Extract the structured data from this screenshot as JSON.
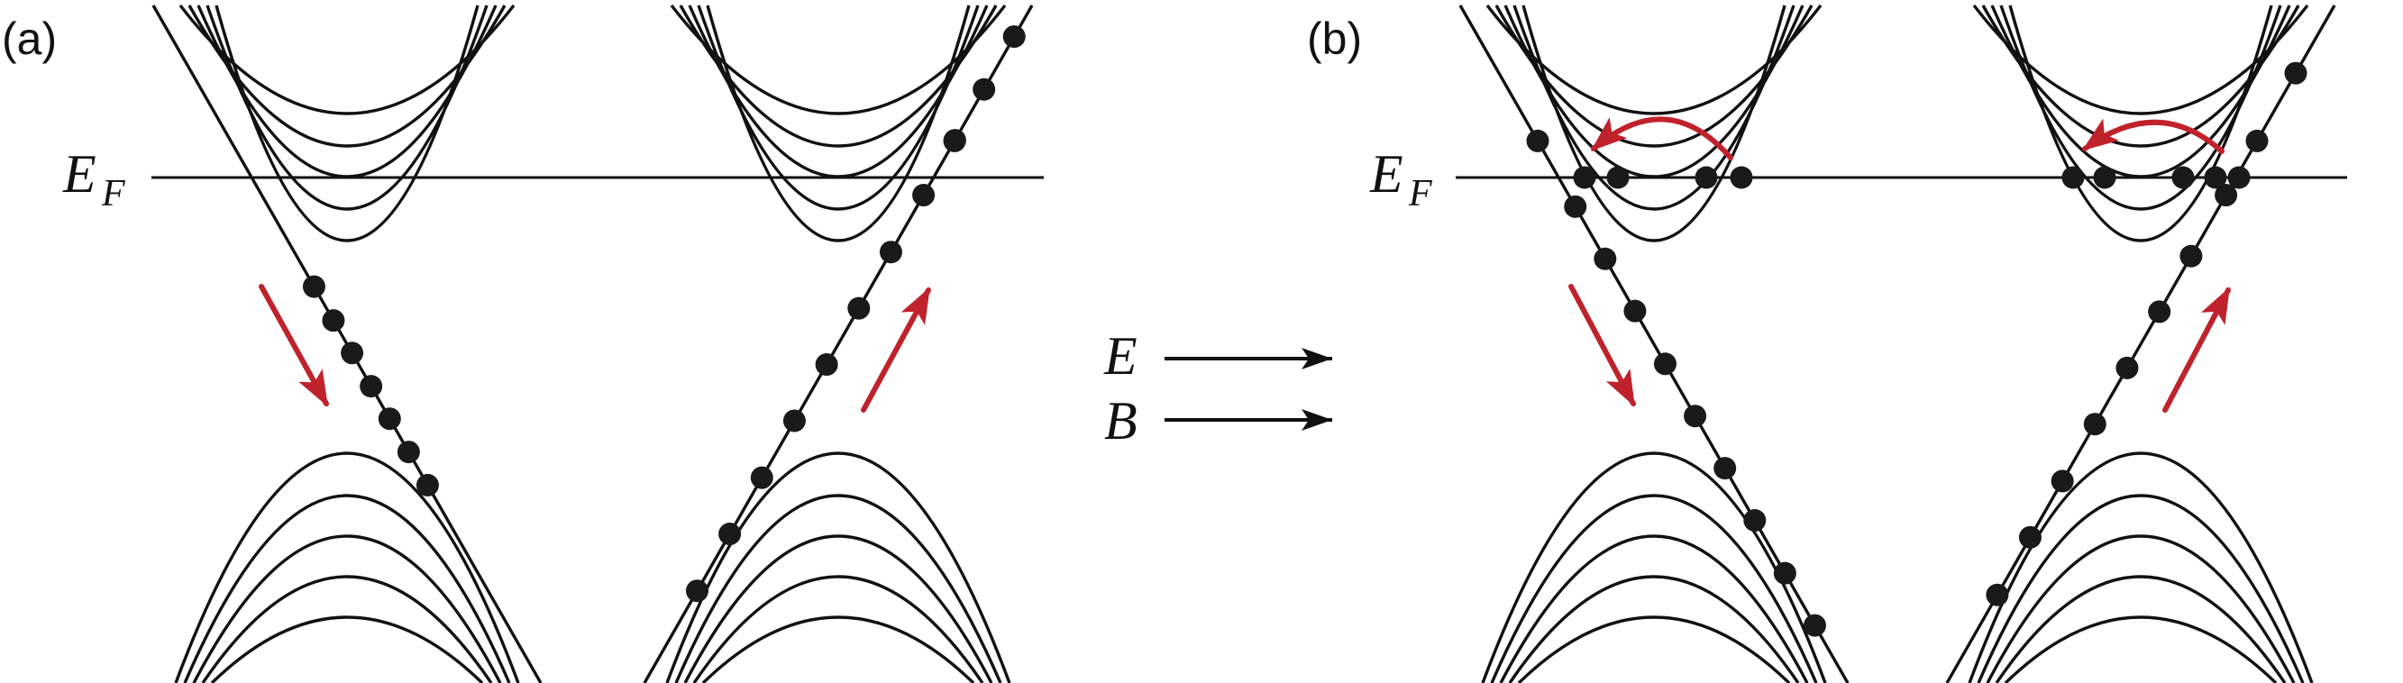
{
  "panel_a": {
    "label": "(a)",
    "fermi_main": "E",
    "fermi_sub": "F"
  },
  "panel_b": {
    "label": "(b)",
    "fermi_main": "E",
    "fermi_sub": "F"
  },
  "field_labels": {
    "electric": "E",
    "magnetic": "B"
  },
  "colors": {
    "line": "#111111",
    "arrow": "#c0222c",
    "dot": "#1a1a1a"
  }
}
